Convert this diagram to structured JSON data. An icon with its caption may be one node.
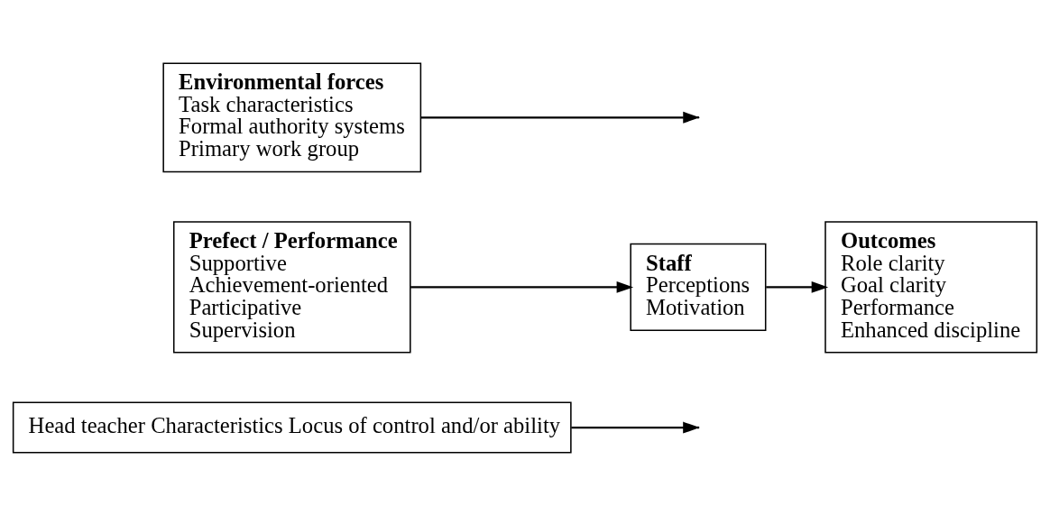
{
  "diagram": {
    "nodes": [
      {
        "text": [
          "Head teacher Characteristics Locus of control and/or ability"
        ]
      },
      {
        "text": [
          "Prefect / Performance",
          "Supportive",
          "Achievement-oriented",
          "Participative",
          "Supervision"
        ]
      },
      {
        "text": [
          "Staff",
          "Perceptions",
          "Motivation"
        ]
      },
      {
        "text": [
          "Outcomes",
          "Role clarity",
          "Goal clarity",
          "Performance",
          "Enhanced discipline"
        ]
      },
      {
        "text": [
          "Environmental forces",
          "Task characteristics",
          "Formal authority systems",
          "Primary work group"
        ]
      }
    ],
    "edges": [
      {
        "from": 1,
        "to": 2,
        "arrow": "to"
      },
      {
        "from": 0,
        "to": null,
        "arrow": "to"
      },
      {
        "from": 4,
        "to": null,
        "arrow": "to"
      },
      {
        "from": 2,
        "to": 3,
        "arrow": "to"
      }
    ]
  }
}
